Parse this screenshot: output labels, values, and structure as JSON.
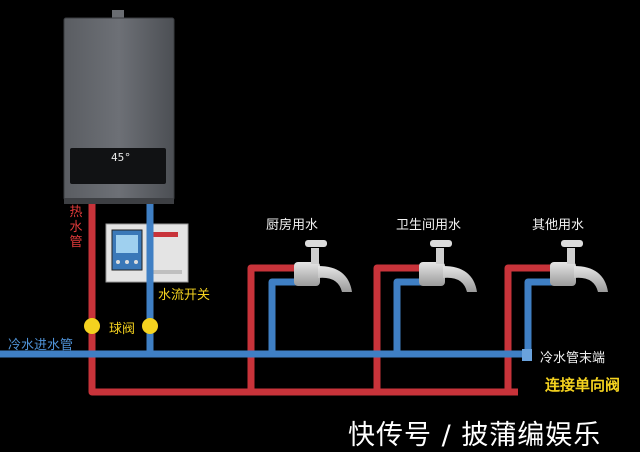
{
  "labels": {
    "hot_water_pipe": "热水管",
    "cold_water_inlet": "冷水进水管",
    "ball_valve": "球阀",
    "flow_switch": "水流开关",
    "kitchen_water": "厨房用水",
    "bathroom_water": "卫生间用水",
    "other_water": "其他用水",
    "cold_pipe_end": "冷水管末端",
    "check_valve": "连接单向阀"
  },
  "heater": {
    "display": "45°"
  },
  "watermark": "快传号 / 披蒲编娱乐",
  "colors": {
    "hot_pipe": "#c8333a",
    "cold_pipe": "#3f7fc4",
    "label_highlight": "#f4d21f",
    "background": "#000000"
  }
}
